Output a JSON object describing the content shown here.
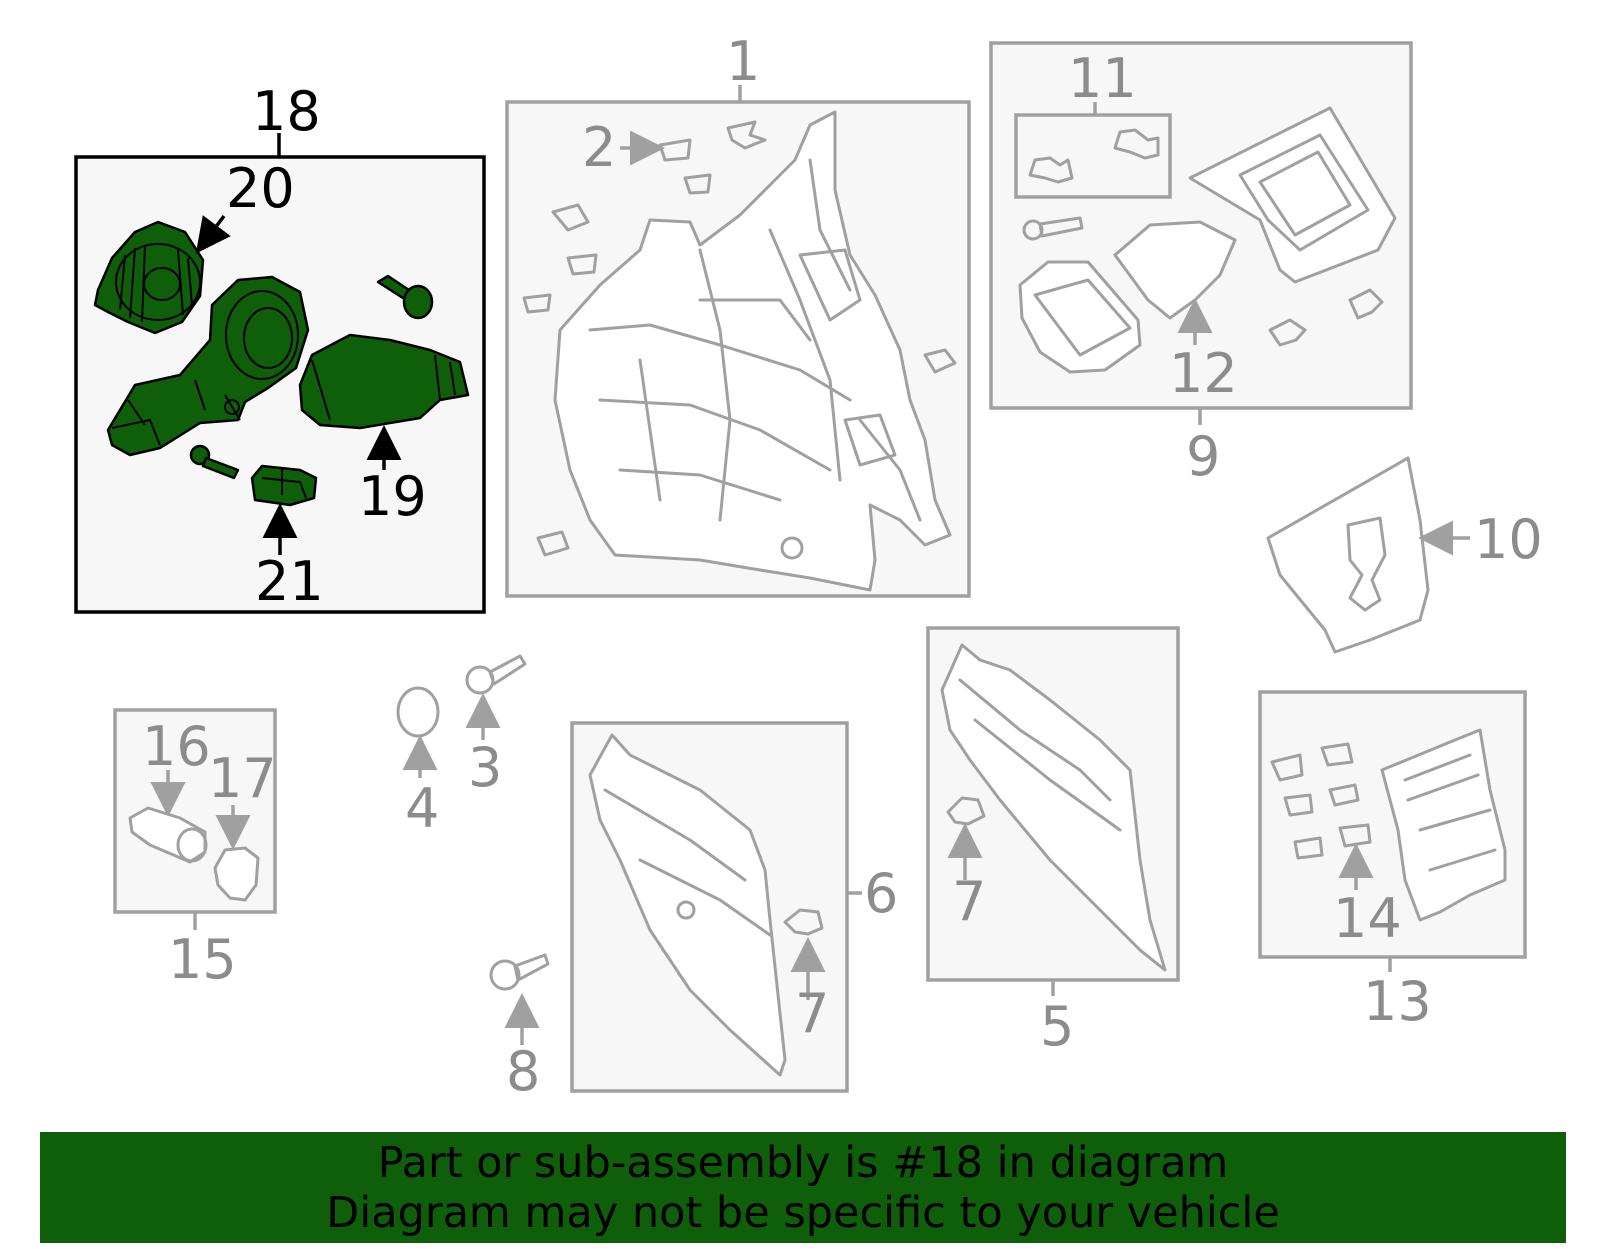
{
  "callouts": {
    "n1": "1",
    "n2": "2",
    "n3": "3",
    "n4": "4",
    "n5": "5",
    "n6": "6",
    "n7a": "7",
    "n7b": "7",
    "n8": "8",
    "n9": "9",
    "n10": "10",
    "n11": "11",
    "n12": "12",
    "n13": "13",
    "n14": "14",
    "n15": "15",
    "n16": "16",
    "n17": "17",
    "n18": "18",
    "n19": "19",
    "n20": "20",
    "n21": "21"
  },
  "highlight": {
    "part_number": "18",
    "fill_color": "#0f5e0a",
    "outline_color": "#000000"
  },
  "colors": {
    "diagram_gray": "#a0a0a0",
    "banner_bg": "#0f5e0a"
  },
  "banner": {
    "line1": "Part or sub-assembly is #18 in diagram",
    "line2": "Diagram may not be specific to your vehicle"
  }
}
